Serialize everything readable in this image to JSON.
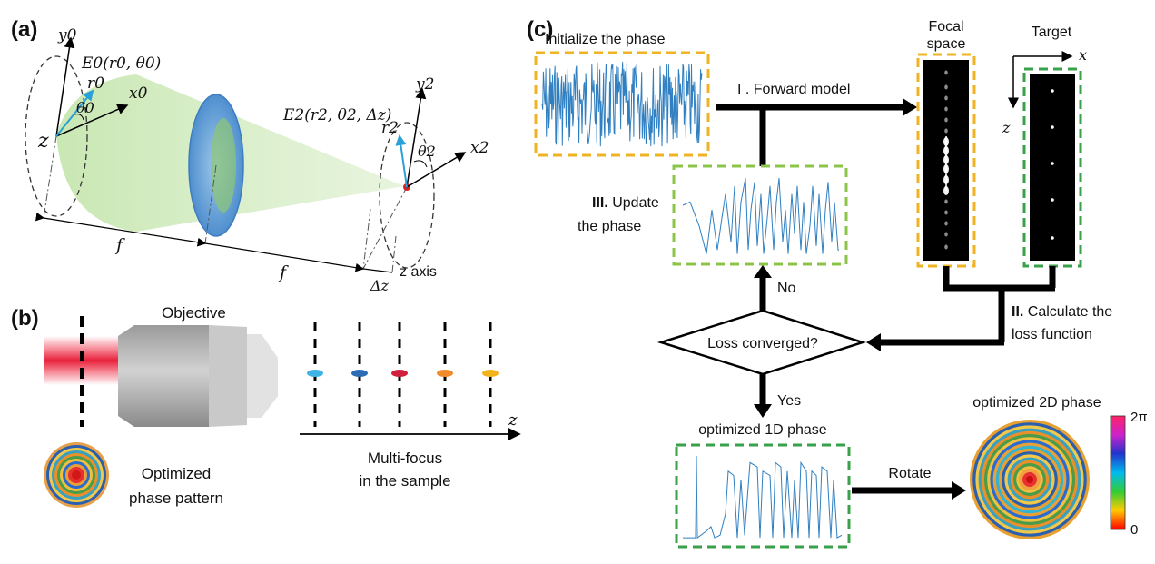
{
  "panels": {
    "a": "(a)",
    "b": "(b)",
    "c": "(c)"
  },
  "panel_a": {
    "y0": "y0",
    "x0": "x0",
    "r0": "r0",
    "theta0": "θ0",
    "E0": "E0(r0, θ0)",
    "z": "z",
    "y2": "y2",
    "x2": "x2",
    "r2": "r2",
    "theta2": "θ2",
    "E2": "E2(r2, θ2, Δz)",
    "f1": "f",
    "f2": "f",
    "dz": "Δz",
    "z_axis": "z axis"
  },
  "panel_b": {
    "objective": "Objective",
    "pattern_line1": "Optimized",
    "pattern_line2": "phase pattern",
    "multifocus_line1": "Multi-focus",
    "multifocus_line2": "in the sample",
    "z": "z",
    "focus_colors": [
      "#3fb2e6",
      "#2d6bb5",
      "#d0213a",
      "#f08a2b",
      "#f2b31d"
    ]
  },
  "panel_c": {
    "init_phase": "Initialize the phase",
    "forward": "I . Forward model",
    "focal_line1": "Focal",
    "focal_line2": "space",
    "target": "Target",
    "x": "x",
    "z": "z",
    "update_roman": "III.",
    "update_line1": " Update",
    "update_line2": "the phase",
    "calc_roman": "II.",
    "calc_line1": " Calculate the",
    "calc_line2": "loss function",
    "no": "No",
    "yes": "Yes",
    "loss": "Loss converged?",
    "opt1d": "optimized 1D phase",
    "rotate": "Rotate",
    "opt2d": "optimized 2D phase",
    "cb_top": "2π",
    "cb_bottom": "0"
  },
  "colors": {
    "orange_box": "#f0b323",
    "green_box": "#3aa04a",
    "lightgreen_box": "#8cc44a",
    "trace": "#2f7fc1"
  }
}
